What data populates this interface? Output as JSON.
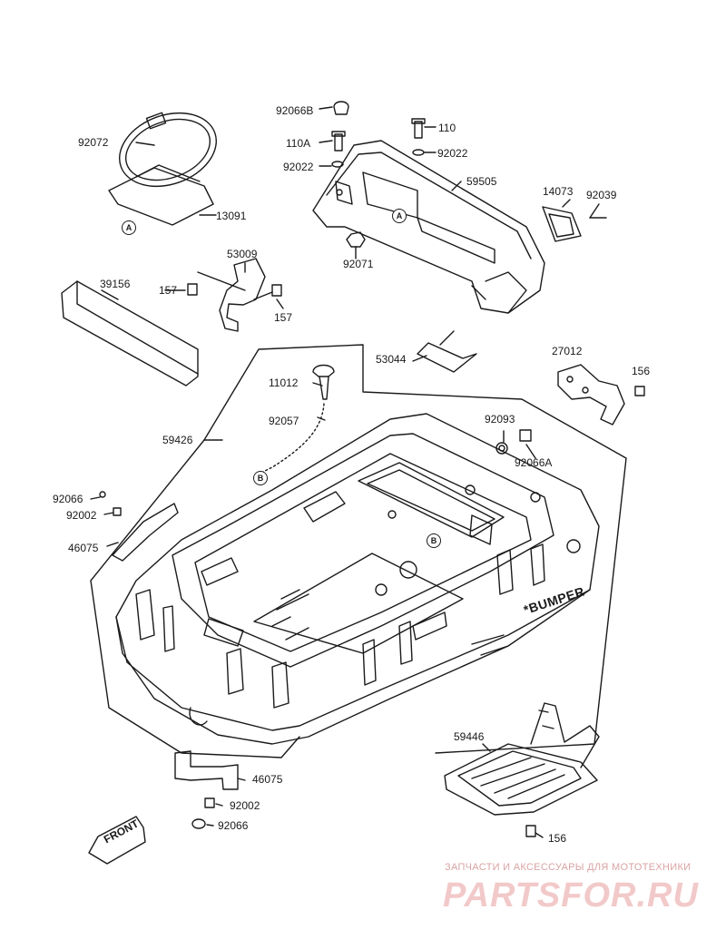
{
  "parts": {
    "p92066B": "92066B",
    "p110": "110",
    "p110A": "110A",
    "p92022a": "92022",
    "p92022b": "92022",
    "p92072": "92072",
    "p59505": "59505",
    "p14073": "14073",
    "p92039": "92039",
    "p13091": "13091",
    "p92071": "92071",
    "p53009": "53009",
    "p39156": "39156",
    "p157a": "157",
    "p157b": "157",
    "p53044": "53044",
    "p27012": "27012",
    "p11012": "11012",
    "p156a": "156",
    "p92057": "92057",
    "p59426": "59426",
    "p92093": "92093",
    "p92066A": "92066A",
    "p92066a": "92066",
    "p92002a": "92002",
    "p46075a": "46075",
    "p59446": "59446",
    "p46075b": "46075",
    "p92002b": "92002",
    "p92066b": "92066",
    "p156b": "156"
  },
  "refs": {
    "A1": "A",
    "A2": "A",
    "B1": "B",
    "B2": "B"
  },
  "markings": {
    "front": "FRONT",
    "bumper": "*BUMPER"
  },
  "watermark": {
    "caption": "ЗАПЧАСТИ И АКСЕССУАРЫ ДЛЯ МОТОТЕХНИКИ",
    "brand": "PARTSFOR.RU"
  }
}
